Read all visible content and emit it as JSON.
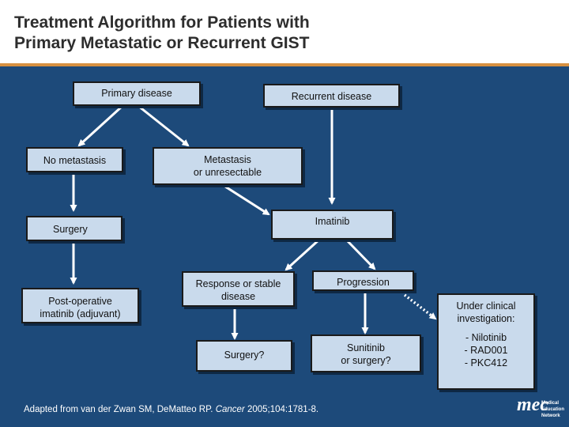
{
  "title": {
    "line1": "Treatment Algorithm for Patients with",
    "line2": "Primary Metastatic or Recurrent GIST"
  },
  "nodes": {
    "primary": [
      "Primary disease"
    ],
    "recurrent": [
      "Recurrent disease"
    ],
    "no_metastasis": [
      "No metastasis"
    ],
    "metastasis": [
      "Metastasis",
      "or unresectable"
    ],
    "imatinib": [
      "Imatinib"
    ],
    "surgery": [
      "Surgery"
    ],
    "post_op": [
      "Post-operative",
      "imatinib (adjuvant)"
    ],
    "response": [
      "Response or stable",
      "disease"
    ],
    "progression": [
      "Progression"
    ],
    "surgery_q": [
      "Surgery?"
    ],
    "sunitinib": [
      "Sunitinib",
      "or surgery?"
    ],
    "under_investigation": [
      "Under clinical",
      "investigation:"
    ],
    "agents": [
      "- Nilotinib",
      "- RAD001",
      "- PKC412"
    ]
  },
  "citation": {
    "prefix": "Adapted from van der Zwan SM, DeMatteo RP. ",
    "journal": "Cancer",
    "suffix": " 2005;104:1781-8."
  },
  "logo": {
    "mark": "mec",
    "line1": "Medical",
    "line2": "Education",
    "line3": "Network"
  },
  "colors": {
    "background": "#1d4a7a",
    "box_fill": "#c9daec",
    "arrow": "#ffffff",
    "title_rule": "#d69040"
  }
}
